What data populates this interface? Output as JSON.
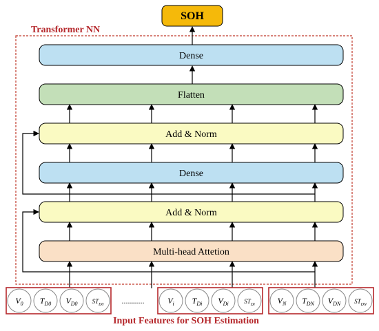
{
  "output": {
    "label": "SOH",
    "fill": "#f5b90a"
  },
  "container": {
    "label": "Transformer NN",
    "label_color": "#b5272b",
    "border_color": "#c0392b"
  },
  "layers": [
    {
      "id": "dense-top",
      "label": "Dense",
      "fill": "#bde0f2"
    },
    {
      "id": "flatten",
      "label": "Flatten",
      "fill": "#c3dfb8"
    },
    {
      "id": "add-norm-2",
      "label": "Add & Norm",
      "fill": "#fafac2"
    },
    {
      "id": "dense-mid",
      "label": "Dense",
      "fill": "#bde0f2"
    },
    {
      "id": "add-norm-1",
      "label": "Add & Norm",
      "fill": "#fafac2"
    },
    {
      "id": "attention",
      "label": "Multi-head Attetion",
      "fill": "#fae0c6"
    }
  ],
  "input_groups": [
    {
      "features": [
        {
          "base": "V",
          "sub": "0"
        },
        {
          "base": "T",
          "sub": "D0"
        },
        {
          "base": "V",
          "sub": "D0"
        },
        {
          "base": "ST",
          "sub": "D0"
        }
      ]
    },
    {
      "features": [
        {
          "base": "V",
          "sub": "i"
        },
        {
          "base": "T",
          "sub": "Di"
        },
        {
          "base": "V",
          "sub": "Di"
        },
        {
          "base": "ST",
          "sub": "Di"
        }
      ]
    },
    {
      "features": [
        {
          "base": "V",
          "sub": "N"
        },
        {
          "base": "T",
          "sub": "DN"
        },
        {
          "base": "V",
          "sub": "DN"
        },
        {
          "base": "ST",
          "sub": "DN"
        }
      ]
    }
  ],
  "ellipsis": "...........",
  "caption": {
    "label": "Input Features for SOH Estimation",
    "color": "#b5272b"
  }
}
